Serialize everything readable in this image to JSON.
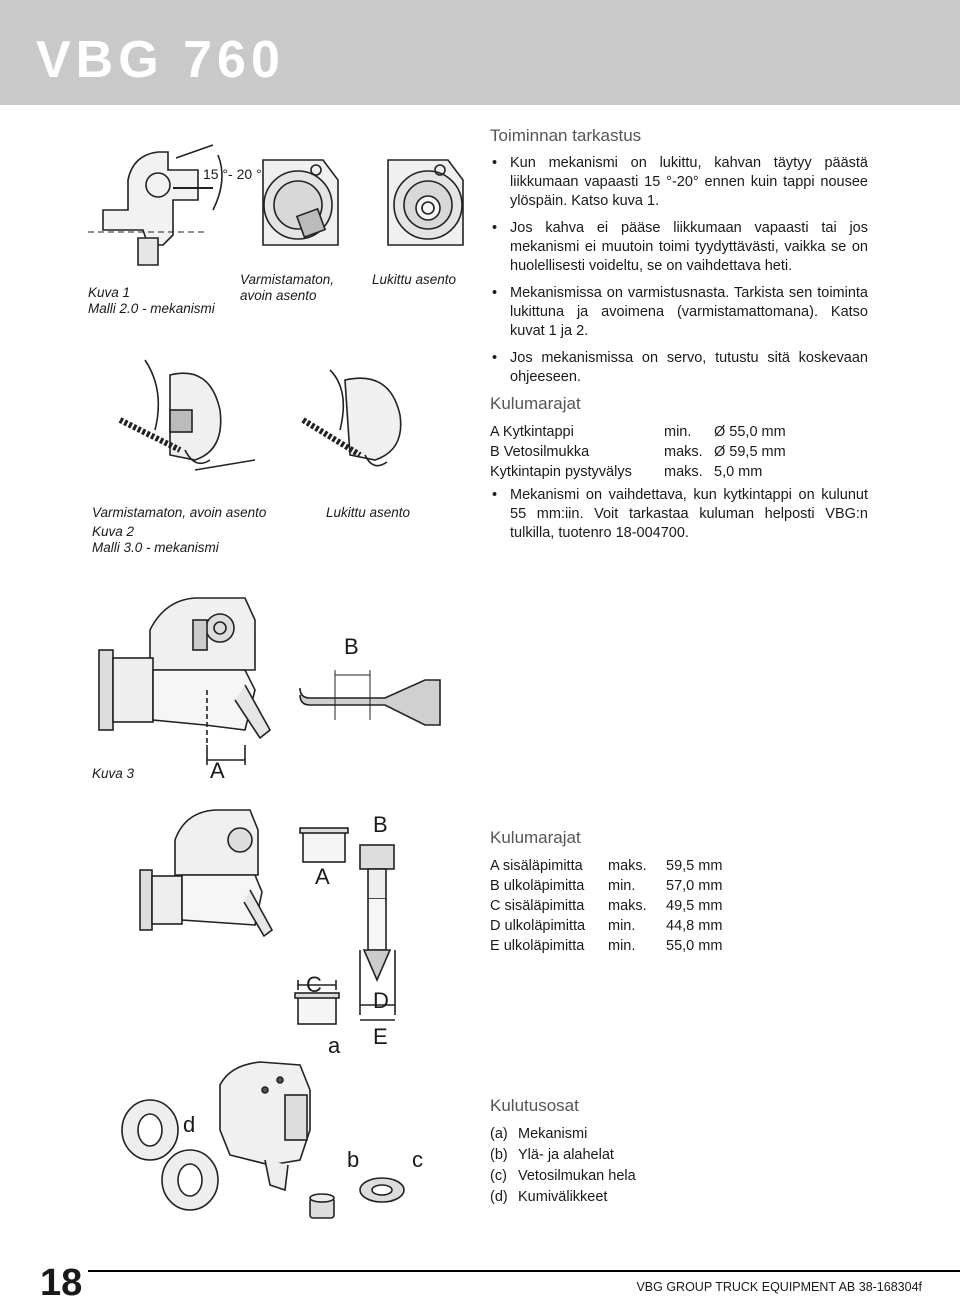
{
  "header": {
    "title": "VBG 760"
  },
  "figure1": {
    "angle": "15 °- 20 °",
    "caption_fig": "Kuva 1",
    "caption_model": "Malli 2.0 - mekanismi",
    "caption_unlocked": "Varmistamaton, avoin asento",
    "caption_locked": "Lukittu asento"
  },
  "toiminnan": {
    "title": "Toiminnan tarkastus",
    "items": [
      "Kun mekanismi on lukittu, kahvan täytyy päästä liikkumaan vapaasti 15 °-20° ennen kuin tappi nousee ylöspäin. Katso kuva 1.",
      "Jos kahva ei pääse liikkumaan vapaasti tai jos mekanismi ei muutoin toimi tyydyttävästi, vaikka se on huolellisesti voideltu, se on vaihdettava heti.",
      "Mekanismissa on varmistusnasta. Tarkista sen toiminta lukittuna ja avoimena (varmistamattomana). Katso kuvat 1 ja 2.",
      "Jos mekanismissa on servo, tutustu sitä koskevaan ohjeeseen."
    ]
  },
  "figure2": {
    "caption_unlocked": "Varmistamaton, avoin asento",
    "caption_fig": "Kuva 2",
    "caption_model": "Malli 3.0 - mekanismi",
    "caption_locked": "Lukittu asento"
  },
  "kulumarajat1": {
    "title": "Kulumarajat",
    "rows": [
      {
        "name": "A Kytkintappi",
        "limit": "min.",
        "value": "Ø 55,0 mm"
      },
      {
        "name": "B Vetosilmukka",
        "limit": "maks.",
        "value": "Ø 59,5 mm"
      },
      {
        "name": "Kytkintapin pystyvälys",
        "limit": "maks.",
        "value": "5,0 mm"
      }
    ],
    "note": "Mekanismi on vaihdettava, kun kytkintappi on kulunut 55 mm:iin. Voit tarkastaa kuluman helposti VBG:n tulkilla, tuotenro 18-004700."
  },
  "figure3": {
    "caption": "Kuva 3",
    "label_a": "A",
    "label_b": "B"
  },
  "figure4": {
    "label_a": "A",
    "label_b": "B",
    "label_c": "C",
    "label_d": "D",
    "label_e": "E"
  },
  "kulumarajat2": {
    "title": "Kulumarajat",
    "rows": [
      {
        "name": "A sisäläpimitta",
        "limit": "maks.",
        "value": "59,5 mm"
      },
      {
        "name": "B ulkoläpimitta",
        "limit": "min.",
        "value": "57,0 mm"
      },
      {
        "name": "C sisäläpimitta",
        "limit": "maks.",
        "value": "49,5 mm"
      },
      {
        "name": "D ulkoläpimitta",
        "limit": "min.",
        "value": "44,8 mm"
      },
      {
        "name": "E ulkoläpimitta",
        "limit": "min.",
        "value": "55,0 mm"
      }
    ]
  },
  "figure5": {
    "label_a": "a",
    "label_b": "b",
    "label_c": "c",
    "label_d": "d"
  },
  "kulutusosat": {
    "title": "Kulutusosat",
    "items": [
      {
        "key": "(a)",
        "text": "Mekanismi"
      },
      {
        "key": "(b)",
        "text": "Ylä- ja alahelat"
      },
      {
        "key": "(c)",
        "text": "Vetosilmukan hela"
      },
      {
        "key": "(d)",
        "text": "Kumivälikkeet"
      }
    ]
  },
  "footer": {
    "page": "18",
    "text": "VBG GROUP TRUCK EQUIPMENT AB 38-168304f"
  }
}
